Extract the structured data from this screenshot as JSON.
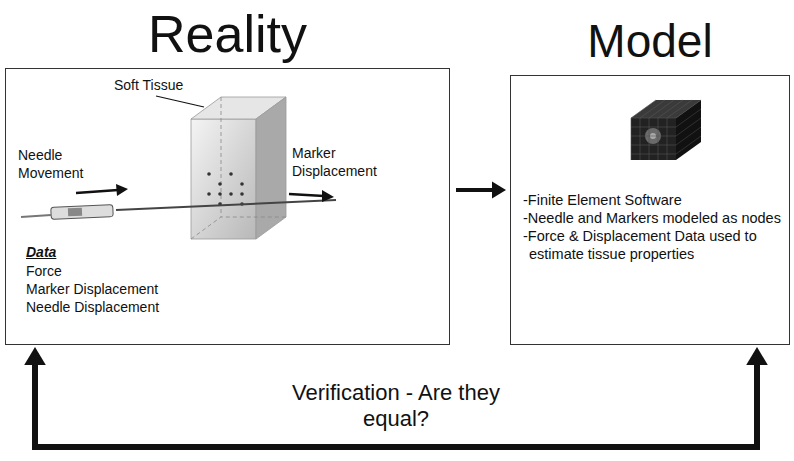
{
  "diagram": {
    "nodes": [
      {
        "text": [
          "Reality"
        ]
      },
      {
        "text": [
          "Model",
          "-Finite Element Software",
          "-Needle and Markers modeled as nodes",
          "-Force & Displacement Data used to estimate tissue properties"
        ]
      }
    ],
    "edges": [
      {
        "from": 0,
        "to": 1,
        "arrow": "to"
      },
      {
        "from": 1,
        "to": 0,
        "arrow": "both",
        "label": "Verification - Are they equal?"
      }
    ],
    "labels": [
      "Soft Tissue",
      "Needle Movement",
      "Marker Displacement",
      "Data",
      "Force",
      "Marker Displacement",
      "Needle Displacement"
    ]
  }
}
